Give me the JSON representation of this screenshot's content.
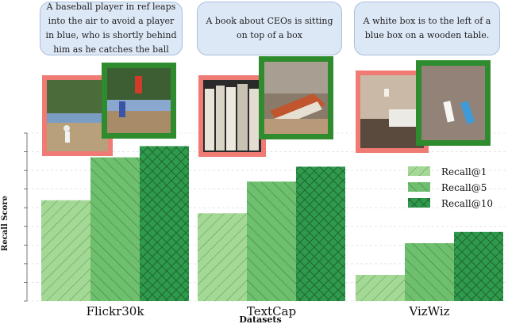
{
  "captions": [
    "A baseball player in ref leaps into the air to avoid a player in blue, who is shortly behind him as he catches the ball",
    "A book about CEOs is sitting on top of a box",
    "A white box is to the left of a blue box on a wooden table."
  ],
  "colors": {
    "recall1": "#a3d895",
    "recall5": "#6ebf6e",
    "recall10": "#2f9a4c",
    "negative_frame": "#ef7b74",
    "positive_frame": "#2e8b2e",
    "caption_bg": "#dde8f7"
  },
  "chart_data": {
    "type": "bar",
    "title": "",
    "xlabel": "Datasets",
    "ylabel": "Recall Score",
    "categories": [
      "Flickr30k",
      "TextCap",
      "VizWiz"
    ],
    "series": [
      {
        "name": "Recall@1",
        "values": [
          0.54,
          0.47,
          0.14
        ],
        "pattern": "diag"
      },
      {
        "name": "Recall@5",
        "values": [
          0.77,
          0.64,
          0.31
        ],
        "pattern": "anti"
      },
      {
        "name": "Recall@10",
        "values": [
          0.83,
          0.72,
          0.37
        ],
        "pattern": "cross"
      }
    ],
    "ylim": [
      0,
      0.9
    ],
    "grid": true,
    "legend": "right"
  }
}
